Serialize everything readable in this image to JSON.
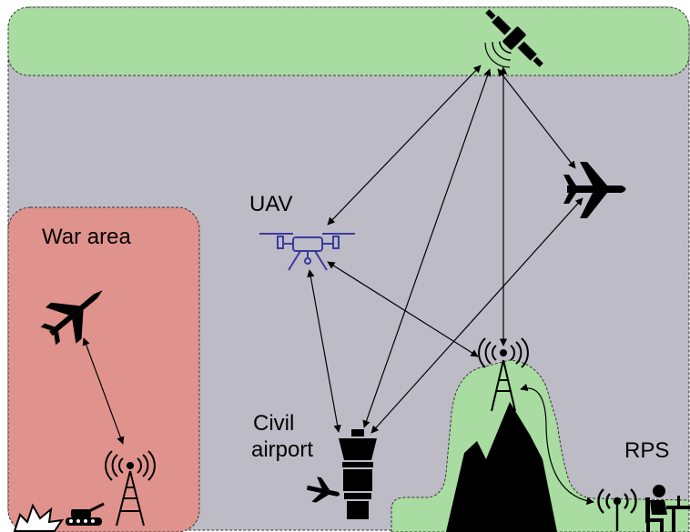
{
  "labels": {
    "war_area": "War area",
    "uav": "UAV",
    "civil_airport_line1": "Civil",
    "civil_airport_line2": "airport",
    "rps": "RPS"
  },
  "colors": {
    "sky_panel": "#bdbcc6",
    "space_band": "#a8dca0",
    "war_area": "#e0928c",
    "ground_station_region": "#a8dca0",
    "uav": "#3a3aa0",
    "ink": "#000000"
  },
  "icons": {
    "satellite": "satellite-icon",
    "airliner": "airplane-icon",
    "fighter_jet": "fighter-jet-icon",
    "drone": "drone-icon",
    "ground_tower": "radio-tower-icon",
    "mountain_tower": "radio-tower-icon",
    "control_tower": "control-tower-icon",
    "mountains": "mountain-icon",
    "rps_antenna": "antenna-icon",
    "rps_operator": "operator-desk-icon",
    "explosion": "explosion-icon",
    "tank": "tank-icon"
  },
  "links": [
    {
      "from": "satellite",
      "to": "uav"
    },
    {
      "from": "satellite",
      "to": "civil_airport"
    },
    {
      "from": "satellite",
      "to": "mountain_tower"
    },
    {
      "from": "satellite",
      "to": "airliner"
    },
    {
      "from": "uav",
      "to": "civil_airport"
    },
    {
      "from": "uav",
      "to": "mountain_tower"
    },
    {
      "from": "airliner",
      "to": "civil_airport"
    },
    {
      "from": "fighter_jet",
      "to": "war_tower"
    },
    {
      "from": "mountain_tower",
      "to": "rps"
    }
  ]
}
